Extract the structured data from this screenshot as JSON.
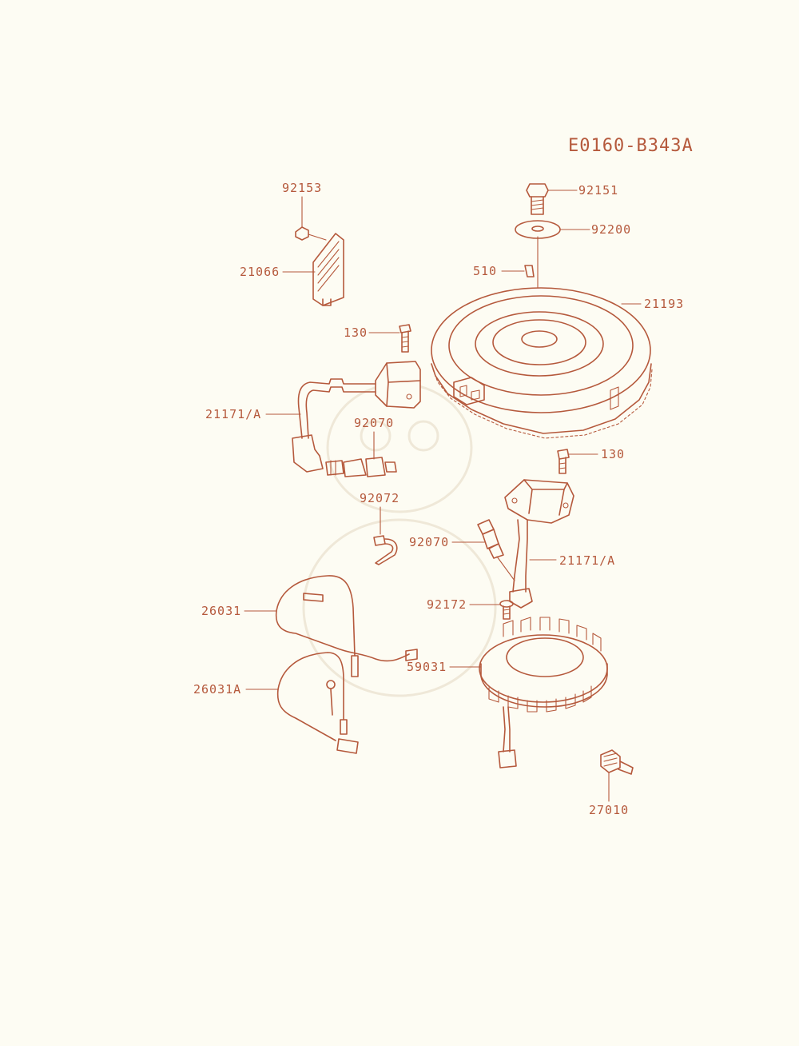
{
  "diagram_code": "E0160-B343A",
  "colors": {
    "ink": "#b5593c",
    "paper": "#fdfcf3"
  },
  "labels": {
    "p92153": "92153",
    "p21066": "21066",
    "p92151": "92151",
    "p92200": "92200",
    "p510": "510",
    "p21193": "21193",
    "p130_top": "130",
    "p21171A_left": "21171/A",
    "p92070_top": "92070",
    "p130_right": "130",
    "p92072": "92072",
    "p92070_mid": "92070",
    "p21171A_right": "21171/A",
    "p92172": "92172",
    "p26031": "26031",
    "p59031": "59031",
    "p26031A": "26031A",
    "p27010": "27010"
  }
}
